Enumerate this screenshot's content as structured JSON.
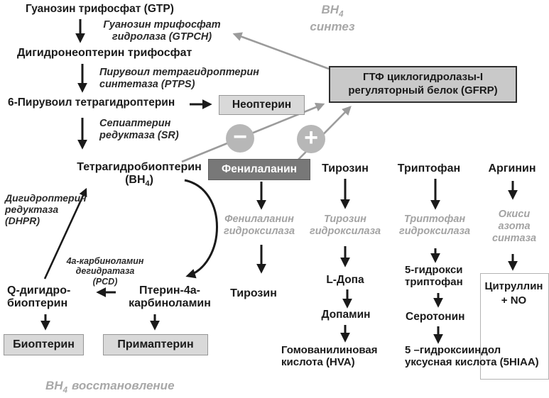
{
  "colors": {
    "background": "#ffffff",
    "text_black": "#1a1a1a",
    "enzyme_gray": "#a3a3a3",
    "section_gray": "#a8a8a8",
    "light_box_fill": "#d9d9d9",
    "dark_box_fill": "#787878",
    "gfrp_box_fill": "#c9c9c9",
    "gray_line": "#9b9b9b",
    "circle_fill": "#b7b7b7"
  },
  "synthesis": {
    "gtp": "Гуанозин трифосфат (GTP)",
    "gtpch_line1": "Гуанозин трифосфат",
    "gtpch_line2": "гидролаза (GTPCH)",
    "dnp": "Дигидронеоптерин трифосфат",
    "ptps_line1": "Пирувоил тетрагидроптерин",
    "ptps_line2": "синтетаза (PTPS)",
    "pyruvoyl": "6-Пирувоил тетрагидроптерин",
    "neopterin": "Неоптерин",
    "sr_line1": "Сепиаптерин",
    "sr_line2": "редуктаза (SR)",
    "bh4_line1": "Тетрагидробиоптерин",
    "bh4_open": "(ВН",
    "bh4_sub": "4",
    "bh4_close": ")",
    "section_bh": "ВН",
    "section_sub": "4",
    "section_word": "синтез"
  },
  "regulation": {
    "gfrp_line1": "ГТФ циклогидролазы-I",
    "gfrp_line2": "регуляторный белок (GFRP)",
    "minus_symbol": "−",
    "plus_symbol": "+"
  },
  "recycling": {
    "dhpr_line1": "Дигидроптерин",
    "dhpr_line2": "редуктаза",
    "dhpr_line3": "(DHPR)",
    "pcd_line1": "4а-карбиноламин",
    "pcd_line2": "дегидратаза",
    "pcd_line3": "(PCD)",
    "qdihydro_line1": "Q-дигидро-",
    "qdihydro_line2": "биоптерин",
    "pterin_line1": "Птерин-4а-",
    "pterin_line2": "карбиноламин",
    "biopterin": "Биоптерин",
    "primapterin": "Примаптерин",
    "section_bh": "ВН",
    "section_sub": "4",
    "section_word": "восстановление"
  },
  "pathways": {
    "phe": {
      "substrate": "Фенилаланин",
      "enzyme_line1": "Фенилаланин",
      "enzyme_line2": "гидроксилаза",
      "product": "Тирозин"
    },
    "tyr": {
      "substrate": "Тирозин",
      "enzyme_line1": "Тирозин",
      "enzyme_line2": "гидроксилаза",
      "p1": "L-Допа",
      "p2": "Допамин",
      "p3_line1": "Гомованилиновая",
      "p3_line2": "кислота (HVA)"
    },
    "trp": {
      "substrate": "Триптофан",
      "enzyme_line1": "Триптофан",
      "enzyme_line2": "гидроксилаза",
      "p1_line1": "5-гидрокси",
      "p1_line2": "триптофан",
      "p2": "Серотонин",
      "p3_line1": "5 –гидроксииндол",
      "p3_line2": "уксусная кислота (5HIAA)"
    },
    "arg": {
      "substrate": "Аргинин",
      "enzyme_line1": "Окиси",
      "enzyme_line2": "азота",
      "enzyme_line3": "синтаза",
      "product_line1": "Цитруллин",
      "product_line2": "+ NO"
    }
  }
}
